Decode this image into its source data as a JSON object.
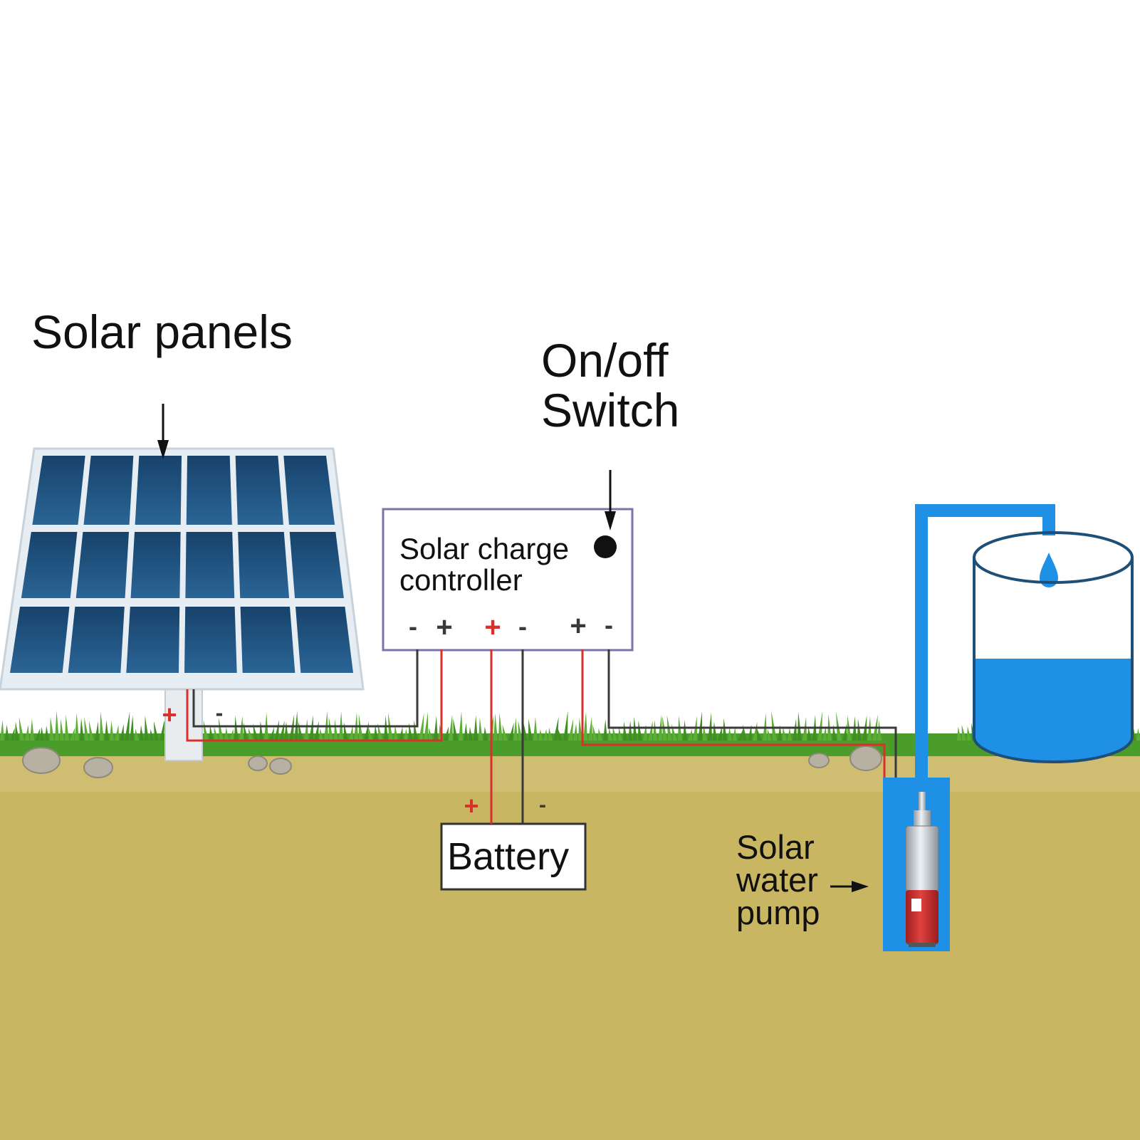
{
  "labels": {
    "solar_panels": "Solar panels",
    "switch_line1": "On/off",
    "switch_line2": "Switch",
    "controller_line1": "Solar charge",
    "controller_line2": "controller",
    "battery": "Battery",
    "pump_line1": "Solar",
    "pump_line2": "water",
    "pump_line3": "pump"
  },
  "terminals": {
    "panel_pos": "+",
    "panel_neg": "-",
    "ctrl_panel_neg": "-",
    "ctrl_panel_pos": "+",
    "ctrl_batt_pos": "+",
    "ctrl_batt_neg": "-",
    "ctrl_load_pos": "+",
    "ctrl_load_neg": "-",
    "battery_pos": "+",
    "battery_neg": "-"
  },
  "colors": {
    "sky": "#ffffff",
    "soil": "#c9b662",
    "grass": "#4a9d2a",
    "panel_cell": "#1f4f7a",
    "panel_frame": "#e6edf3",
    "water": "#1e90e6",
    "wire_positive": "#d9302c",
    "wire_negative": "#3a3a3a",
    "controller_border": "#7c73a8",
    "pump_body": "#cc2a2a",
    "pump_steel": "#b9c0c6"
  }
}
